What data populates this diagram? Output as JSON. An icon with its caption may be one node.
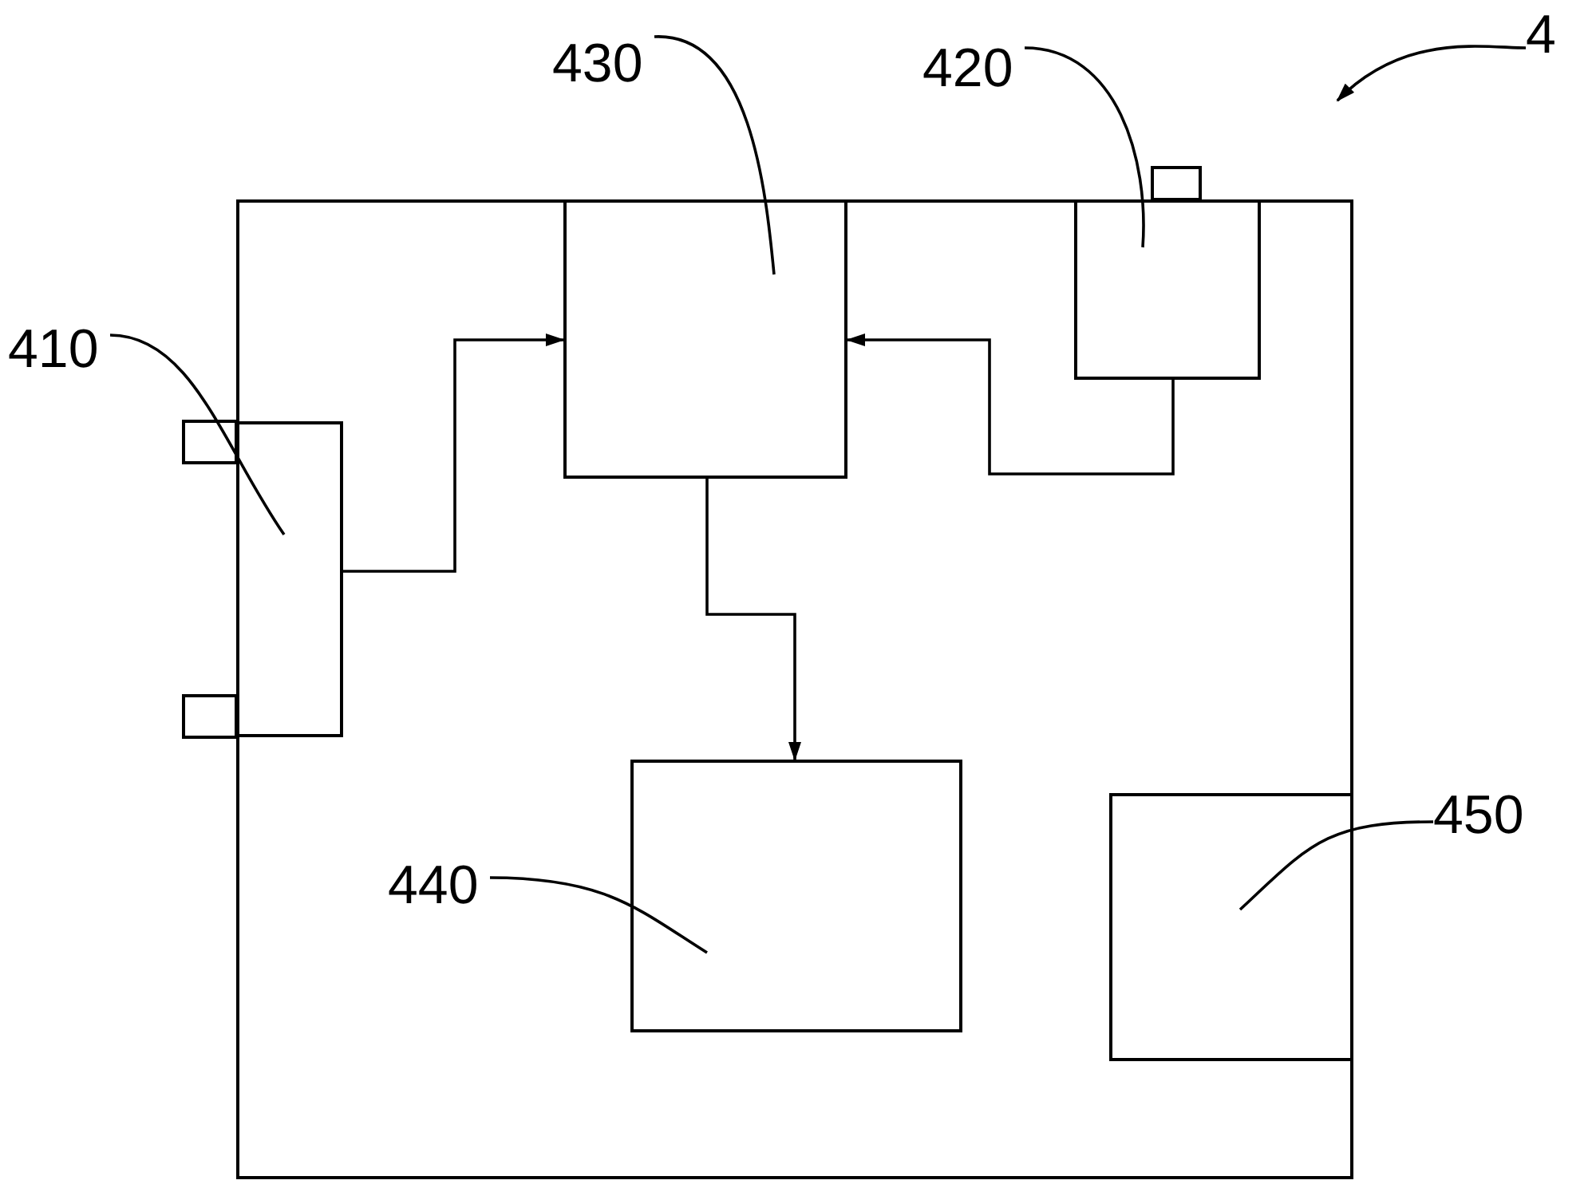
{
  "diagram": {
    "nodes": [
      {
        "text": [],
        "shape": "box"
      },
      {
        "text": [],
        "shape": "box",
        "in": 0
      },
      {
        "text": [],
        "shape": "box",
        "in": 0
      },
      {
        "text": [],
        "shape": "box",
        "in": 0
      },
      {
        "text": [],
        "shape": "box",
        "in": 0
      },
      {
        "text": [],
        "shape": "box",
        "in": 0
      },
      {
        "text": [
          "4"
        ]
      },
      {
        "text": [
          "410"
        ]
      },
      {
        "text": [
          "420"
        ]
      },
      {
        "text": [
          "430"
        ]
      },
      {
        "text": [
          "440"
        ],
        "in": 0
      },
      {
        "text": [
          "450"
        ]
      }
    ],
    "edges": [
      {
        "from": 1,
        "to": 3,
        "arrow": "to"
      },
      {
        "from": 2,
        "to": 3,
        "arrow": "to"
      },
      {
        "from": 3,
        "to": 4,
        "arrow": "to"
      },
      {
        "from": 6,
        "to": 0,
        "arrow": "to"
      },
      {
        "from": 7,
        "to": 1,
        "arrow": "none"
      },
      {
        "from": 8,
        "to": 2,
        "arrow": "none"
      },
      {
        "from": 9,
        "to": 3,
        "arrow": "none"
      },
      {
        "from": 10,
        "to": 4,
        "arrow": "none"
      },
      {
        "from": 11,
        "to": 5,
        "arrow": "none"
      }
    ]
  }
}
